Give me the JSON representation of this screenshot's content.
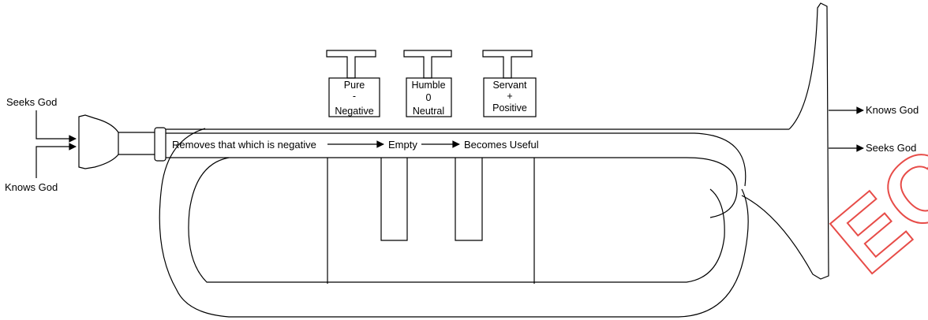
{
  "labels": {
    "input_top": "Seeks God",
    "input_bottom": "Knows God",
    "output_top": "Knows God",
    "output_bottom": "Seeks God"
  },
  "flow": [
    {
      "text": "Removes that which is negative"
    },
    {
      "text": "Empty"
    },
    {
      "text": "Becomes Useful"
    }
  ],
  "valves": [
    {
      "line1": "Pure",
      "line2": "-",
      "line3": "Negative"
    },
    {
      "line1": "Humble",
      "line2": "0",
      "line3": "Neutral"
    },
    {
      "line1": "Servant",
      "line2": "+",
      "line3": "Positive"
    }
  ],
  "watermark": {
    "text": "ECO",
    "color": "#e53935"
  },
  "colors": {
    "stroke": "#000000",
    "background": "#ffffff"
  }
}
